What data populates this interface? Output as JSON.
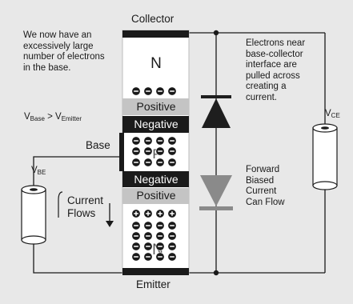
{
  "labels": {
    "collector": "Collector",
    "emitter": "Emitter",
    "base": "Base",
    "n_top": "N",
    "p_middle": "P",
    "n_bottom": "N",
    "positive_top": "Positive",
    "negative_top": "Negative",
    "negative_bottom": "Negative",
    "positive_bottom": "Positive"
  },
  "notes": {
    "top_left": [
      "We now have an",
      "excessively large",
      "number of electrons",
      "in the base."
    ],
    "right_top": [
      "Electrons near",
      "base-collector",
      "interface are",
      "pulled across",
      "creating a",
      "current."
    ],
    "right_bottom": [
      "Forward",
      "Biased",
      "Current",
      "Can Flow"
    ],
    "current_flows": [
      "Current",
      "Flows"
    ]
  },
  "equation": {
    "v1": "V",
    "v1_sub": "Base",
    "op": " > ",
    "v2": "V",
    "v2_sub": "Emitter"
  },
  "voltages": {
    "vbe": {
      "main": "V",
      "sub": "BE"
    },
    "vce": {
      "main": "V",
      "sub": "CE"
    }
  },
  "charge_symbols": {
    "electron": "−",
    "hole": "+"
  },
  "colors": {
    "background": "#e8e8e8",
    "layer": "#ffffff",
    "contact": "#1a1a1a",
    "positive_band": "#c4c4c4",
    "negative_band": "#1a1a1a",
    "diode_upper": "#1e1e1e",
    "diode_lower": "#8a8a8a",
    "wire": "#1a1a1a"
  }
}
